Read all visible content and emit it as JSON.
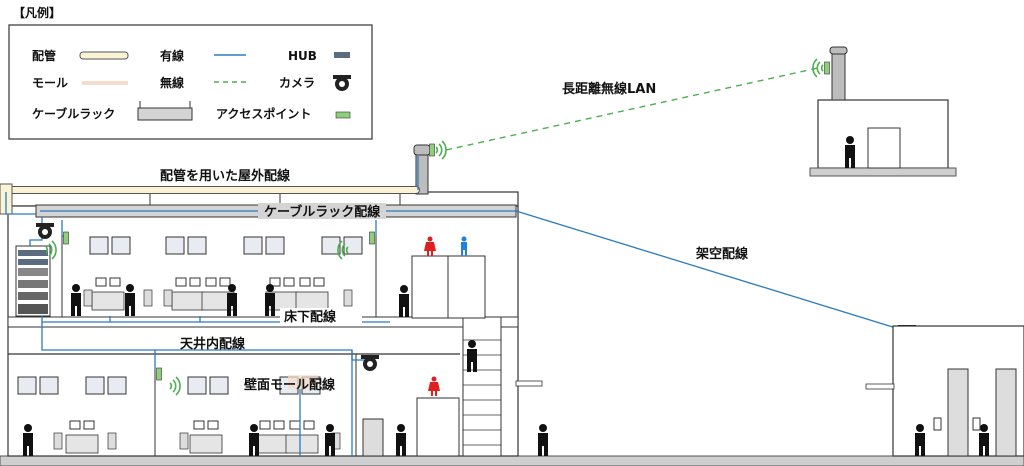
{
  "legend": {
    "title": "【凡例】",
    "items": {
      "pipe": "配管",
      "wired": "有線",
      "hub": "HUB",
      "mall": "モール",
      "wireless": "無線",
      "camera": "カメラ",
      "cable_rack": "ケーブルラック",
      "access_point": "アクセスポイント"
    }
  },
  "labels": {
    "long_range_lan": "長距離無線LAN",
    "outdoor_pipe": "配管を用いた屋外配線",
    "cable_rack_wiring": "ケーブルラック配線",
    "aerial_wiring": "架空配線",
    "underfloor_wiring": "床下配線",
    "ceiling_wiring": "天井内配線",
    "wall_mall_wiring": "壁面モール配線"
  },
  "colors": {
    "wired": "#2b7bbf",
    "wireless": "#4caf50",
    "pipe_fill": "#fbf3d6",
    "mall": "#f6dccb",
    "rack": "#d4d4d4",
    "hub": "#5b6b80",
    "ap": "#8fcf7a",
    "restroom_female": "#e02020",
    "restroom_male": "#2080e0"
  }
}
